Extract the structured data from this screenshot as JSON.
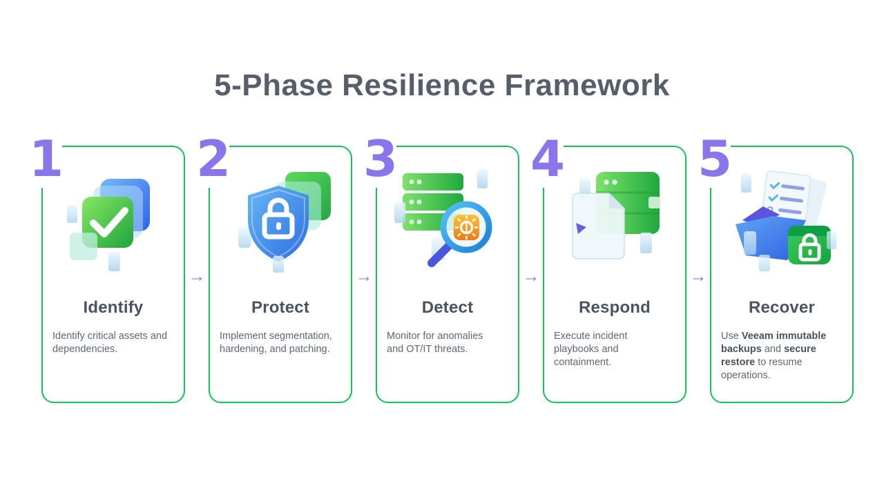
{
  "page": {
    "heading": "5-Phase Resilience Framework"
  },
  "colors": {
    "background": "#FFFFFF",
    "card_border_green": "#10C45C",
    "number_purple": "#8A75EA",
    "arrow_purple": "#8A7BE8",
    "heading_text": "#565F69",
    "card_title_text": "#4A545F",
    "card_body_text": "#5D6671"
  },
  "connector": {
    "glyph": "→"
  },
  "phases": [
    {
      "number": "1",
      "title": "Identify",
      "icon": "stacked-squares-check-icon",
      "description_segments": [
        {
          "text": "Identify critical assets and dependencies.",
          "bold": false
        }
      ]
    },
    {
      "number": "2",
      "title": "Protect",
      "icon": "shield-lock-icon",
      "description_segments": [
        {
          "text": "Implement segmentation, hardening, and patching.",
          "bold": false
        }
      ]
    },
    {
      "number": "3",
      "title": "Detect",
      "icon": "server-magnifier-bug-icon",
      "description_segments": [
        {
          "text": "Monitor for anomalies and OT/IT threats.",
          "bold": false
        }
      ]
    },
    {
      "number": "4",
      "title": "Respond",
      "icon": "document-restore-server-icon",
      "description_segments": [
        {
          "text": "Execute incident playbooks and containment.",
          "bold": false
        }
      ]
    },
    {
      "number": "5",
      "title": "Recover",
      "icon": "folder-lock-backup-icon",
      "description_segments": [
        {
          "text": "Use ",
          "bold": false
        },
        {
          "text": "Veeam immutable backups",
          "bold": true
        },
        {
          "text": " and ",
          "bold": false
        },
        {
          "text": "secure restore",
          "bold": true
        },
        {
          "text": " to resume operations.",
          "bold": false
        }
      ]
    }
  ]
}
